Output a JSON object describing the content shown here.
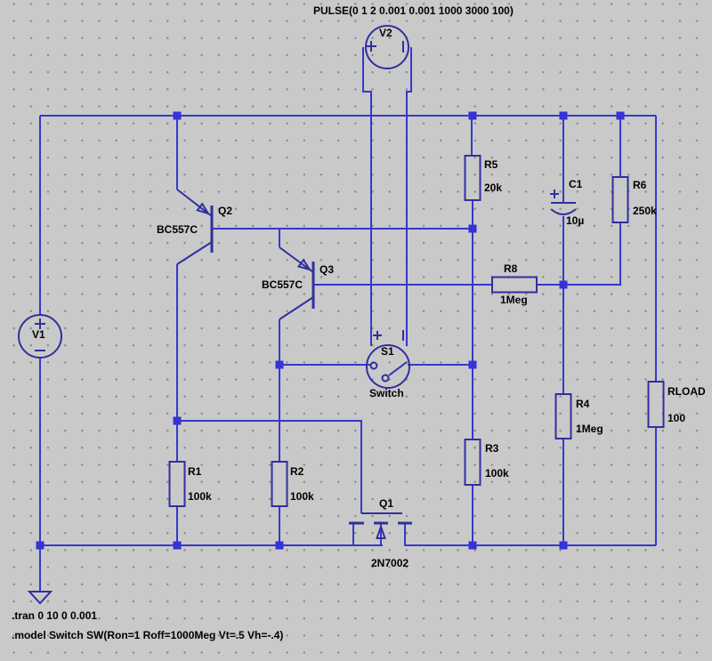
{
  "colors": {
    "background": "#c9c9c9",
    "grid_dot": "#8a8a8a",
    "wire": "#3737cf",
    "symbol": "#30309e",
    "text": "#000000"
  },
  "directives": {
    "pulse": "PULSE(0 1 2 0.001 0.001 1000 3000 100)",
    "tran": ".tran 0 10 0 0.001",
    "model": ".model Switch SW(Ron=1 Roff=1000Meg Vt=.5 Vh=-.4)"
  },
  "components": {
    "v1": {
      "name": "V1"
    },
    "v2": {
      "name": "V2"
    },
    "q1": {
      "name": "Q1",
      "value": "2N7002"
    },
    "q2": {
      "name": "Q2",
      "value": "BC557C"
    },
    "q3": {
      "name": "Q3",
      "value": "BC557C"
    },
    "r1": {
      "name": "R1",
      "value": "100k"
    },
    "r2": {
      "name": "R2",
      "value": "100k"
    },
    "r3": {
      "name": "R3",
      "value": "100k"
    },
    "r4": {
      "name": "R4",
      "value": "1Meg"
    },
    "r5": {
      "name": "R5",
      "value": "20k"
    },
    "r6": {
      "name": "R6",
      "value": "250k"
    },
    "r8": {
      "name": "R8",
      "value": "1Meg"
    },
    "rload": {
      "name": "RLOAD",
      "value": "100"
    },
    "c1": {
      "name": "C1",
      "value": "10µ"
    },
    "s1": {
      "name": "S1",
      "value": "Switch"
    }
  }
}
